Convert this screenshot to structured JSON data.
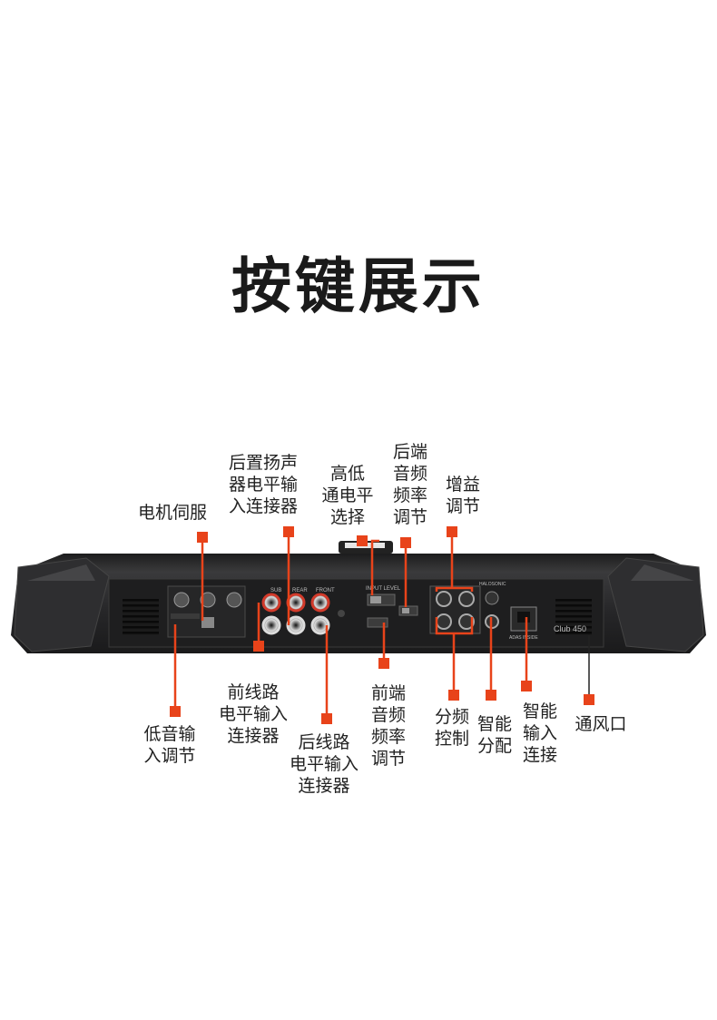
{
  "title": "按键展示",
  "product": {
    "model": "Club 450",
    "jacks": [
      "SUB",
      "REAR",
      "FRONT"
    ],
    "switch_label": "INPUT LEVEL",
    "port_labels": [
      "HALOSONIC",
      "ADAS INSIDE"
    ]
  },
  "marker_color": "#e8431a",
  "labels": {
    "motor_servo": "电机伺服",
    "rear_speaker_input": "后置扬声\n器电平输\n入连接器",
    "hi_low_level_select": "高低\n通电平\n选择",
    "rear_freq_adjust": "后端\n音频\n频率\n调节",
    "gain_adjust": "增益\n调节",
    "bass_input_adjust": "低音输\n入调节",
    "front_line_input": "前线路\n电平输入\n连接器",
    "rear_line_input": "后线路\n电平输入\n连接器",
    "front_freq_adjust": "前端\n音频\n频率\n调节",
    "crossover_control": "分频\n控制",
    "smart_distribution": "智能\n分配",
    "smart_input_connect": "智能\n输入\n连接",
    "vent": "通风口"
  }
}
